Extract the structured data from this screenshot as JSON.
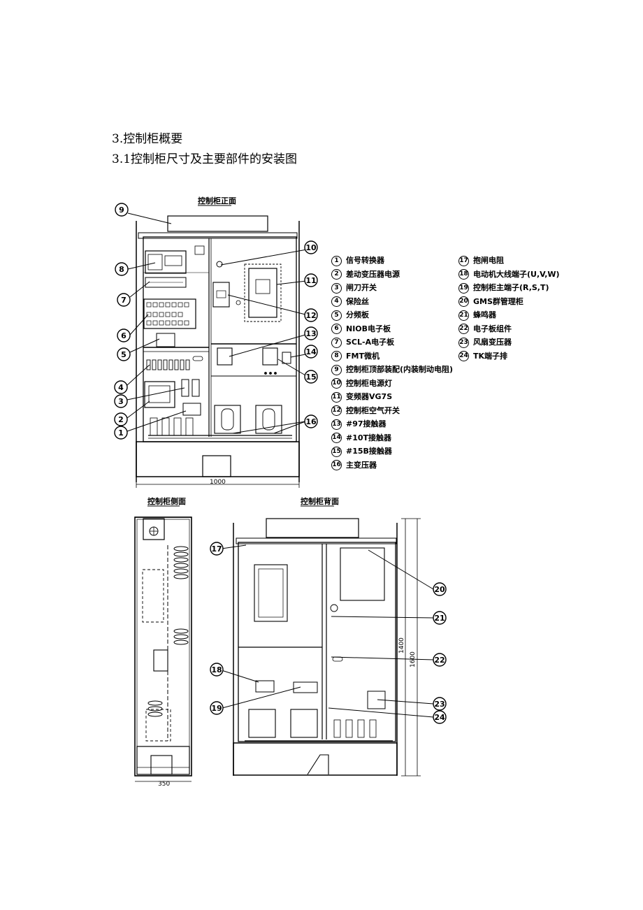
{
  "headings": {
    "section": "3.控制柜概要",
    "subsection": "3.1控制柜尺寸及主要部件的安装图"
  },
  "views": {
    "front": "控制柜正面",
    "side": "控制柜侧面",
    "back": "控制柜背面"
  },
  "dimensions": {
    "front_width": "1000",
    "side_width": "350",
    "back_height_1": "1400",
    "back_height_2": "1600"
  },
  "legend_left": [
    {
      "num": "1",
      "text": "信号转换器"
    },
    {
      "num": "2",
      "text": "差动变压器电源"
    },
    {
      "num": "3",
      "text": "闸刀开关"
    },
    {
      "num": "4",
      "text": "保险丝"
    },
    {
      "num": "5",
      "text": "分频板"
    },
    {
      "num": "6",
      "text": "NIOB电子板"
    },
    {
      "num": "7",
      "text": "SCL-A电子板"
    },
    {
      "num": "8",
      "text": "FMT微机"
    },
    {
      "num": "9",
      "text": "控制柜顶部装配(内装制动电阻)"
    },
    {
      "num": "10",
      "text": "控制柜电源灯"
    },
    {
      "num": "11",
      "text": "变频器VG7S"
    },
    {
      "num": "12",
      "text": "控制柜空气开关"
    },
    {
      "num": "13",
      "text": "#97接触器"
    },
    {
      "num": "14",
      "text": "#10T接触器"
    },
    {
      "num": "15",
      "text": "#15B接触器"
    },
    {
      "num": "16",
      "text": "主变压器"
    }
  ],
  "legend_right": [
    {
      "num": "17",
      "text": "抱闸电阻"
    },
    {
      "num": "18",
      "text": "电动机大线端子(U,V,W)"
    },
    {
      "num": "19",
      "text": "控制柜主端子(R,S,T)"
    },
    {
      "num": "20",
      "text": "GMS群管理柜"
    },
    {
      "num": "21",
      "text": "蜂鸣器"
    },
    {
      "num": "22",
      "text": "电子板组件"
    },
    {
      "num": "23",
      "text": "风扇变压器"
    },
    {
      "num": "24",
      "text": "TK端子排"
    }
  ],
  "callouts_front": [
    "9",
    "8",
    "7",
    "6",
    "5",
    "4",
    "3",
    "2",
    "1",
    "10",
    "11",
    "12",
    "13",
    "14",
    "15",
    "16"
  ],
  "callouts_back": [
    "17",
    "18",
    "19",
    "20",
    "21",
    "22",
    "23",
    "24"
  ]
}
